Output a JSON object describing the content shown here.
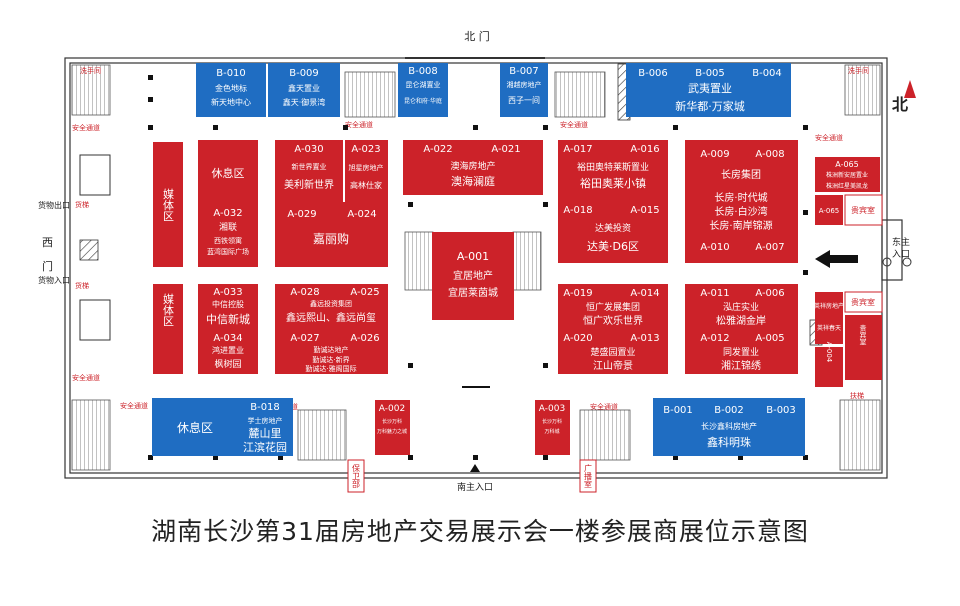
{
  "title": "湖南长沙第31届房地产交易展示会一楼参展商展位示意图",
  "gates": {
    "north": "北 门",
    "south": "南主入口",
    "east_line1": "东主",
    "east_line2": "入口",
    "west_gate1": "西",
    "west_gate2": "门",
    "cargo_out": "货物出口",
    "cargo_in": "货物入口"
  },
  "compass": {
    "label": "北"
  },
  "safety_label": "安全通道",
  "cargo_lift_label": "货梯",
  "stairs_label": "洗手间",
  "zones": {
    "media_1": "媒体区",
    "media_2": "媒体区",
    "rest_1": "休息区",
    "rest_2": "休息区",
    "guest_1": "贵宾室",
    "guest_2": "贵宾室",
    "guest_3": "贵宾室",
    "security": "保卫部",
    "broadcast": "广播室",
    "escalator": "扶梯"
  },
  "booths": {
    "b010": {
      "code": "B-010",
      "company": "金色地标",
      "project": "新天地中心"
    },
    "b009": {
      "code": "B-009",
      "company": "鑫天置业",
      "project": "鑫天·御景湾"
    },
    "b008": {
      "code": "B-008",
      "company": "昆仑湖置业",
      "project": "昆仑和府·华庭"
    },
    "b007": {
      "code": "B-007",
      "company": "湘越房地产",
      "project": "西子一间"
    },
    "b006": {
      "code": "B-006"
    },
    "b005": {
      "code": "B-005"
    },
    "b004": {
      "code": "B-004"
    },
    "b006_group": {
      "company": "武夷置业",
      "project": "新华都·万家城"
    },
    "a030": {
      "code": "A-030",
      "company": "新世界置业",
      "project": "美利新世界"
    },
    "a023": {
      "code": "A-023",
      "company": "旭星房地产",
      "project": "高林仕家"
    },
    "a029": {
      "code": "A-029"
    },
    "a024": {
      "code": "A-024"
    },
    "a029_group": {
      "project": "嘉丽购"
    },
    "a022": {
      "code": "A-022"
    },
    "a021": {
      "code": "A-021"
    },
    "a022_group": {
      "company": "澳海房地产",
      "project": "澳海澜庭"
    },
    "a017": {
      "code": "A-017"
    },
    "a016": {
      "code": "A-016"
    },
    "a017_group": {
      "company": "裕田奥特莱斯置业",
      "project": "裕田奥莱小镇"
    },
    "a018": {
      "code": "A-018"
    },
    "a015": {
      "code": "A-015"
    },
    "a018_group": {
      "company": "达美投资",
      "project": "达美·D6区"
    },
    "a009": {
      "code": "A-009"
    },
    "a008": {
      "code": "A-008"
    },
    "a010": {
      "code": "A-010"
    },
    "a007": {
      "code": "A-007"
    },
    "a009_group": {
      "company": "长房集团",
      "project1": "长房·时代城",
      "project2": "长房·白沙湾",
      "project3": "长房·南岸锦源"
    },
    "a032": {
      "code": "A-032",
      "company": "湘联",
      "project1": "西铁领寓",
      "project2": "蓝湾国际广场"
    },
    "a001": {
      "code": "A-001",
      "company": "宜居地产",
      "project": "宜居莱茵城"
    },
    "a033": {
      "code": "A-033",
      "company": "中信控股",
      "project": "中信新城"
    },
    "a034": {
      "code": "A-034",
      "company": "鸿进置业",
      "project": "枫树园"
    },
    "a028": {
      "code": "A-028"
    },
    "a025": {
      "code": "A-025"
    },
    "a028_group": {
      "company": "鑫远投资集团",
      "project": "鑫远熙山、鑫远尚玺"
    },
    "a027": {
      "code": "A-027"
    },
    "a026": {
      "code": "A-026"
    },
    "a027_group": {
      "company": "勤诚达地产",
      "project1": "勤诚达·新界",
      "project2": "勤诚达·雅阁国际"
    },
    "a019": {
      "code": "A-019"
    },
    "a014": {
      "code": "A-014"
    },
    "a019_group": {
      "company": "恒广发展集团",
      "project": "恒广欢乐世界"
    },
    "a020": {
      "code": "A-020"
    },
    "a013": {
      "code": "A-013"
    },
    "a020_group": {
      "company": "楚盛园置业",
      "project": "江山帝景"
    },
    "a011": {
      "code": "A-011"
    },
    "a006": {
      "code": "A-006"
    },
    "a011_group": {
      "company": "泓庄实业",
      "project": "松雅湖金岸"
    },
    "a012": {
      "code": "A-012"
    },
    "a005": {
      "code": "A-005"
    },
    "a012_group": {
      "company": "同发置业",
      "project": "湘江锦绣"
    },
    "a065": {
      "code": "A-065",
      "company": "株洲新安居置业",
      "project": "株洲红星美凯龙"
    },
    "a065b": {
      "code": "A-065"
    },
    "yingxiang": {
      "company": "英祥房地产",
      "project": "英祥春天"
    },
    "a004": {
      "code": "A-004"
    },
    "b018": {
      "code": "B-018",
      "company": "学士房地产",
      "project1": "麓山里",
      "project2": "江滨花园"
    },
    "a002": {
      "code": "A-002",
      "company": "长沙万科",
      "project": "万科魅力之城"
    },
    "a003": {
      "code": "A-003",
      "company": "长沙万科",
      "project": "万科城"
    },
    "b001": {
      "code": "B-001"
    },
    "b002": {
      "code": "B-002"
    },
    "b003": {
      "code": "B-003"
    },
    "b001_group": {
      "company": "长沙鑫科房地产",
      "project": "鑫科明珠"
    }
  }
}
